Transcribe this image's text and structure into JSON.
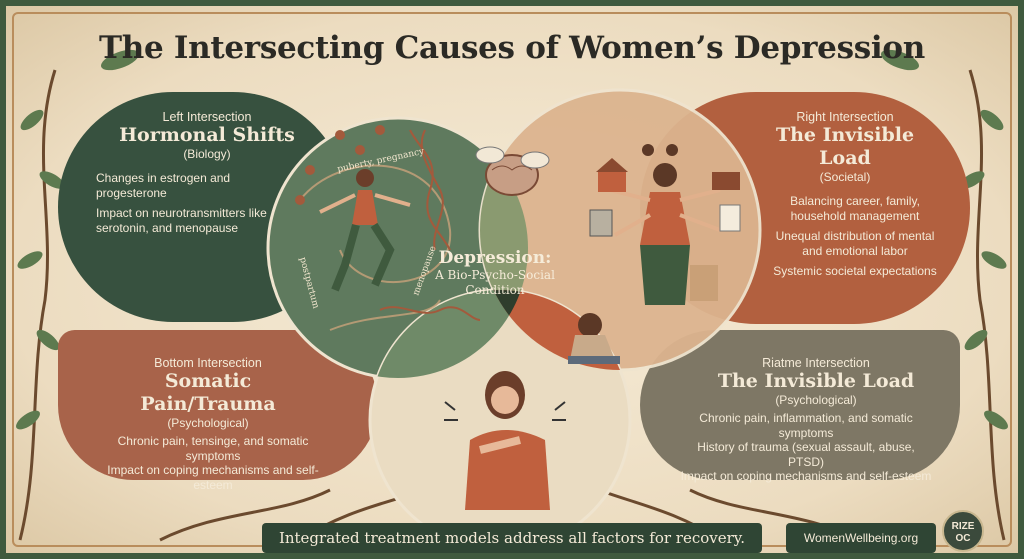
{
  "title": "The Intersecting Causes of Women’s Depression",
  "left": {
    "label": "Left Intersection",
    "heading": "Hormonal Shifts",
    "category": "(Biology)",
    "points": [
      "Changes in estrogen and progesterone",
      "Impact on neurotransmitters like serotonin, and menopause"
    ]
  },
  "right": {
    "label": "Right Intersection",
    "heading": "The Invisible Load",
    "category": "(Societal)",
    "points": [
      "Balancing career, family, household management",
      "Unequal distribution of mental and emotional labor",
      "Systemic societal expectations"
    ]
  },
  "bottom_left": {
    "label": "Bottom Intersection",
    "heading": "Somatic Pain/Trauma",
    "category": "(Psychological)",
    "points": [
      "Chronic pain, tensinge, and somatic symptoms",
      "Impact on coping mechanisms and self-esteem"
    ]
  },
  "bottom_right": {
    "label": "Riatme Intersection",
    "heading": "The Invisible Load",
    "category": "(Psychological)",
    "points": [
      "Chronic pain, inflammation, and somatic symptoms",
      "History of trauma (sexual assault, abuse, PTSD)",
      "Impact on coping mechanisms and self-esteem"
    ]
  },
  "center": {
    "heading": "Depression:",
    "subtitle_line1": "A Bio-Psycho-Social",
    "subtitle_line2": "Condition"
  },
  "hormone_ring": {
    "arc1": "puberty, pregnancy",
    "arc2": "postpartum",
    "arc3": "menopause"
  },
  "footer": {
    "banner": "Integrated treatment models address all factors for recovery.",
    "site": "WomenWellbeing.org",
    "logo_line1": "RIZE",
    "logo_line2": "OC"
  },
  "colors": {
    "green_dark": "#37513f",
    "terracotta": "#b2603f",
    "rust": "#a8634a",
    "taupe": "#7e7765",
    "cream": "#efe4cf"
  }
}
